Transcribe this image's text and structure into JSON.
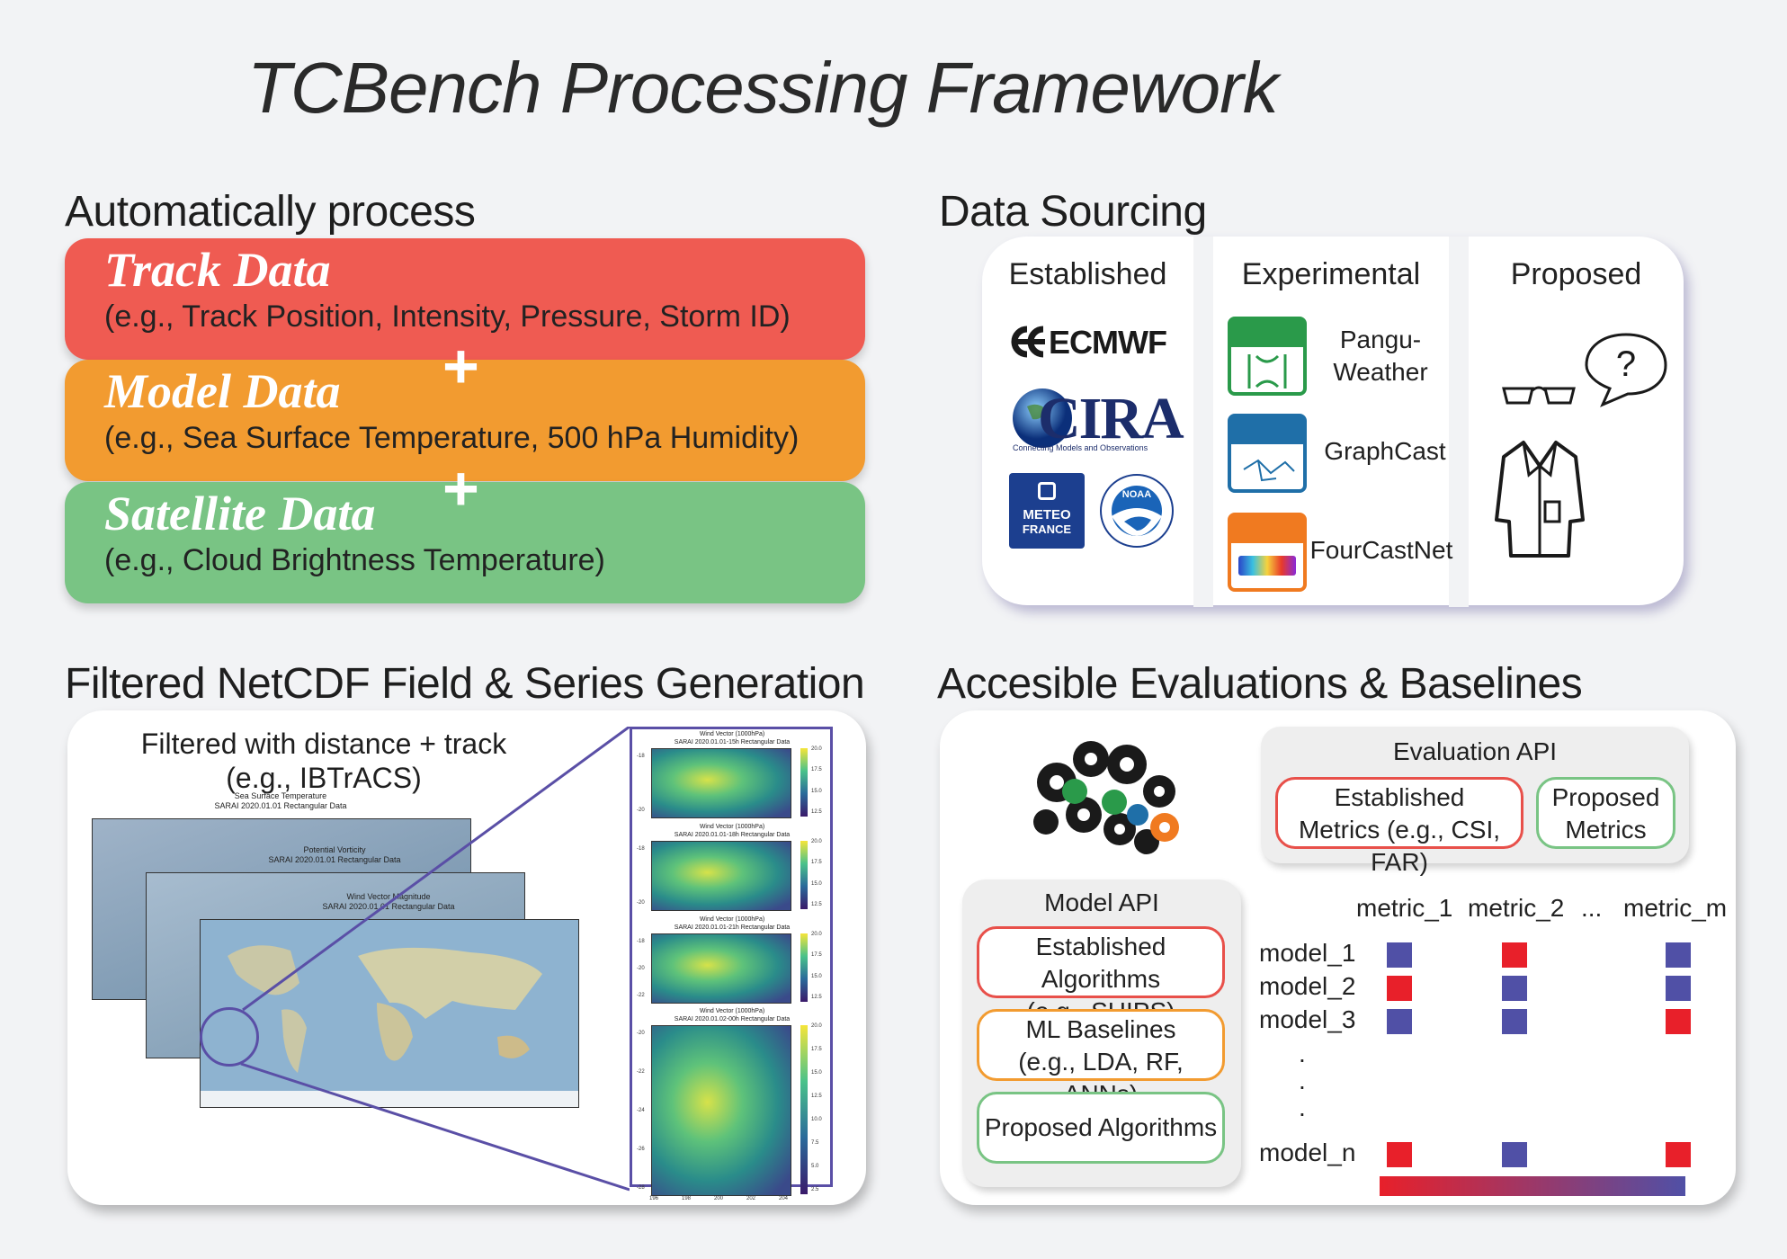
{
  "title": "TCBench Processing Framework",
  "auto": {
    "heading": "Automatically process",
    "bars": [
      {
        "title": "Track Data",
        "subtitle": "(e.g., Track Position, Intensity, Pressure, Storm ID)",
        "color": "#ef5b52"
      },
      {
        "title": "Model Data",
        "subtitle": "(e.g., Sea Surface Temperature, 500 hPa Humidity)",
        "color": "#f29b30"
      },
      {
        "title": "Satellite Data",
        "subtitle": "(e.g., Cloud Brightness Temperature)",
        "color": "#79c484"
      }
    ],
    "plus": "+"
  },
  "sourcing": {
    "heading": "Data Sourcing",
    "established": {
      "label": "Established",
      "ecmwf": "ECMWF",
      "cira": "CIRA",
      "cira_tagline": "Connecting Models and Observations",
      "meteo_line1": "METEO",
      "meteo_line2": "FRANCE",
      "noaa": "NOAA"
    },
    "experimental": {
      "label": "Experimental",
      "items": [
        {
          "name_line1": "Pangu-",
          "name_line2": "Weather",
          "color": "#2a9a4a"
        },
        {
          "name_line1": "GraphCast",
          "name_line2": "",
          "color": "#1f6fa8"
        },
        {
          "name_line1": "FourCastNet",
          "name_line2": "",
          "color": "#f07a20"
        }
      ]
    },
    "proposed": {
      "label": "Proposed",
      "bubble": "?"
    }
  },
  "netcdf": {
    "heading": "Filtered NetCDF Field & Series Generation",
    "caption_line1": "Filtered with distance + track",
    "caption_line2": "(e.g., IBTrACS)",
    "maps": [
      {
        "title": "Sea Surface Temperature",
        "subtitle": "SARAI 2020.01.01 Rectangular Data"
      },
      {
        "title": "Potential Vorticity",
        "subtitle": "SARAI 2020.01.01 Rectangular Data"
      },
      {
        "title": "Wind Vector Magnitude",
        "subtitle": "SARAI 2020.01.01 Rectangular Data"
      }
    ],
    "zooms": [
      {
        "title": "Wind Vector (1000hPa)",
        "subtitle": "SARAI 2020.01.01-15h Rectangular Data",
        "yticks": [
          "-18",
          "-20"
        ],
        "cticks": [
          "20.0",
          "17.5",
          "15.0",
          "12.5"
        ]
      },
      {
        "title": "Wind Vector (1000hPa)",
        "subtitle": "SARAI 2020.01.01-18h Rectangular Data",
        "yticks": [
          "-18",
          "-20"
        ],
        "cticks": [
          "20.0",
          "17.5",
          "15.0",
          "12.5"
        ]
      },
      {
        "title": "Wind Vector (1000hPa)",
        "subtitle": "SARAI 2020.01.01-21h Rectangular Data",
        "yticks": [
          "-18",
          "-20",
          "-22"
        ],
        "cticks": [
          "20.0",
          "17.5",
          "15.0",
          "12.5"
        ]
      },
      {
        "title": "Wind Vector (1000hPa)",
        "subtitle": "SARAI 2020.01.02-00h Rectangular Data",
        "yticks": [
          "-20",
          "-22",
          "-24",
          "-26",
          "-28"
        ],
        "cticks": [
          "20.0",
          "17.5",
          "15.0",
          "12.5",
          "10.0",
          "7.5",
          "5.0",
          "2.5"
        ]
      }
    ],
    "xticks": [
      "196",
      "198",
      "200",
      "202",
      "204"
    ]
  },
  "evals": {
    "heading": "Accesible Evaluations & Baselines",
    "eval_api": {
      "title": "Evaluation API",
      "established_line1": "Established",
      "established_line2": "Metrics (e.g., CSI, FAR)",
      "proposed_line1": "Proposed",
      "proposed_line2": "Metrics"
    },
    "model_api": {
      "title": "Model API",
      "established_line1": "Established Algorithms",
      "established_line2": "(e.g., SHIPS)",
      "ml_line1": "ML Baselines",
      "ml_line2": "(e.g., LDA, RF, ANNs)",
      "proposed": "Proposed Algorithms"
    },
    "metrics": [
      "metric_1",
      "metric_2",
      "...",
      "metric_m"
    ],
    "models": [
      "model_1",
      "model_2",
      "model_3",
      ".",
      ".",
      ".",
      "model_n"
    ],
    "grid": [
      [
        "blue",
        "red",
        "blue"
      ],
      [
        "red",
        "blue",
        "blue"
      ],
      [
        "blue",
        "blue",
        "red"
      ],
      [
        "red",
        "blue",
        "red"
      ]
    ]
  }
}
